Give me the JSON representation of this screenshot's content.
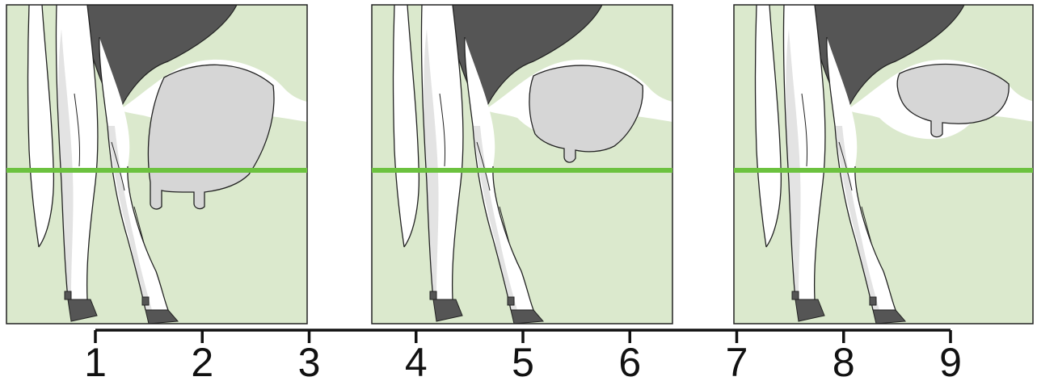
{
  "scale": {
    "ticks": [
      "1",
      "2",
      "3",
      "4",
      "5",
      "6",
      "7",
      "8",
      "9"
    ]
  },
  "panels": [
    {
      "id": "low-udder",
      "udder_level": "below hock line"
    },
    {
      "id": "intermediate-udder",
      "udder_level": "at hock line"
    },
    {
      "id": "high-udder",
      "udder_level": "above hock line"
    }
  ],
  "colors": {
    "background": "#dbe9cd",
    "reference_line": "#6cc23f",
    "black_patch": "#555555",
    "udder": "#d6d6d6",
    "leg": "#ffffff",
    "leg_shadow": "#e3e3e3",
    "hoof": "#555555",
    "outline": "#222222",
    "scale": "#111111"
  }
}
